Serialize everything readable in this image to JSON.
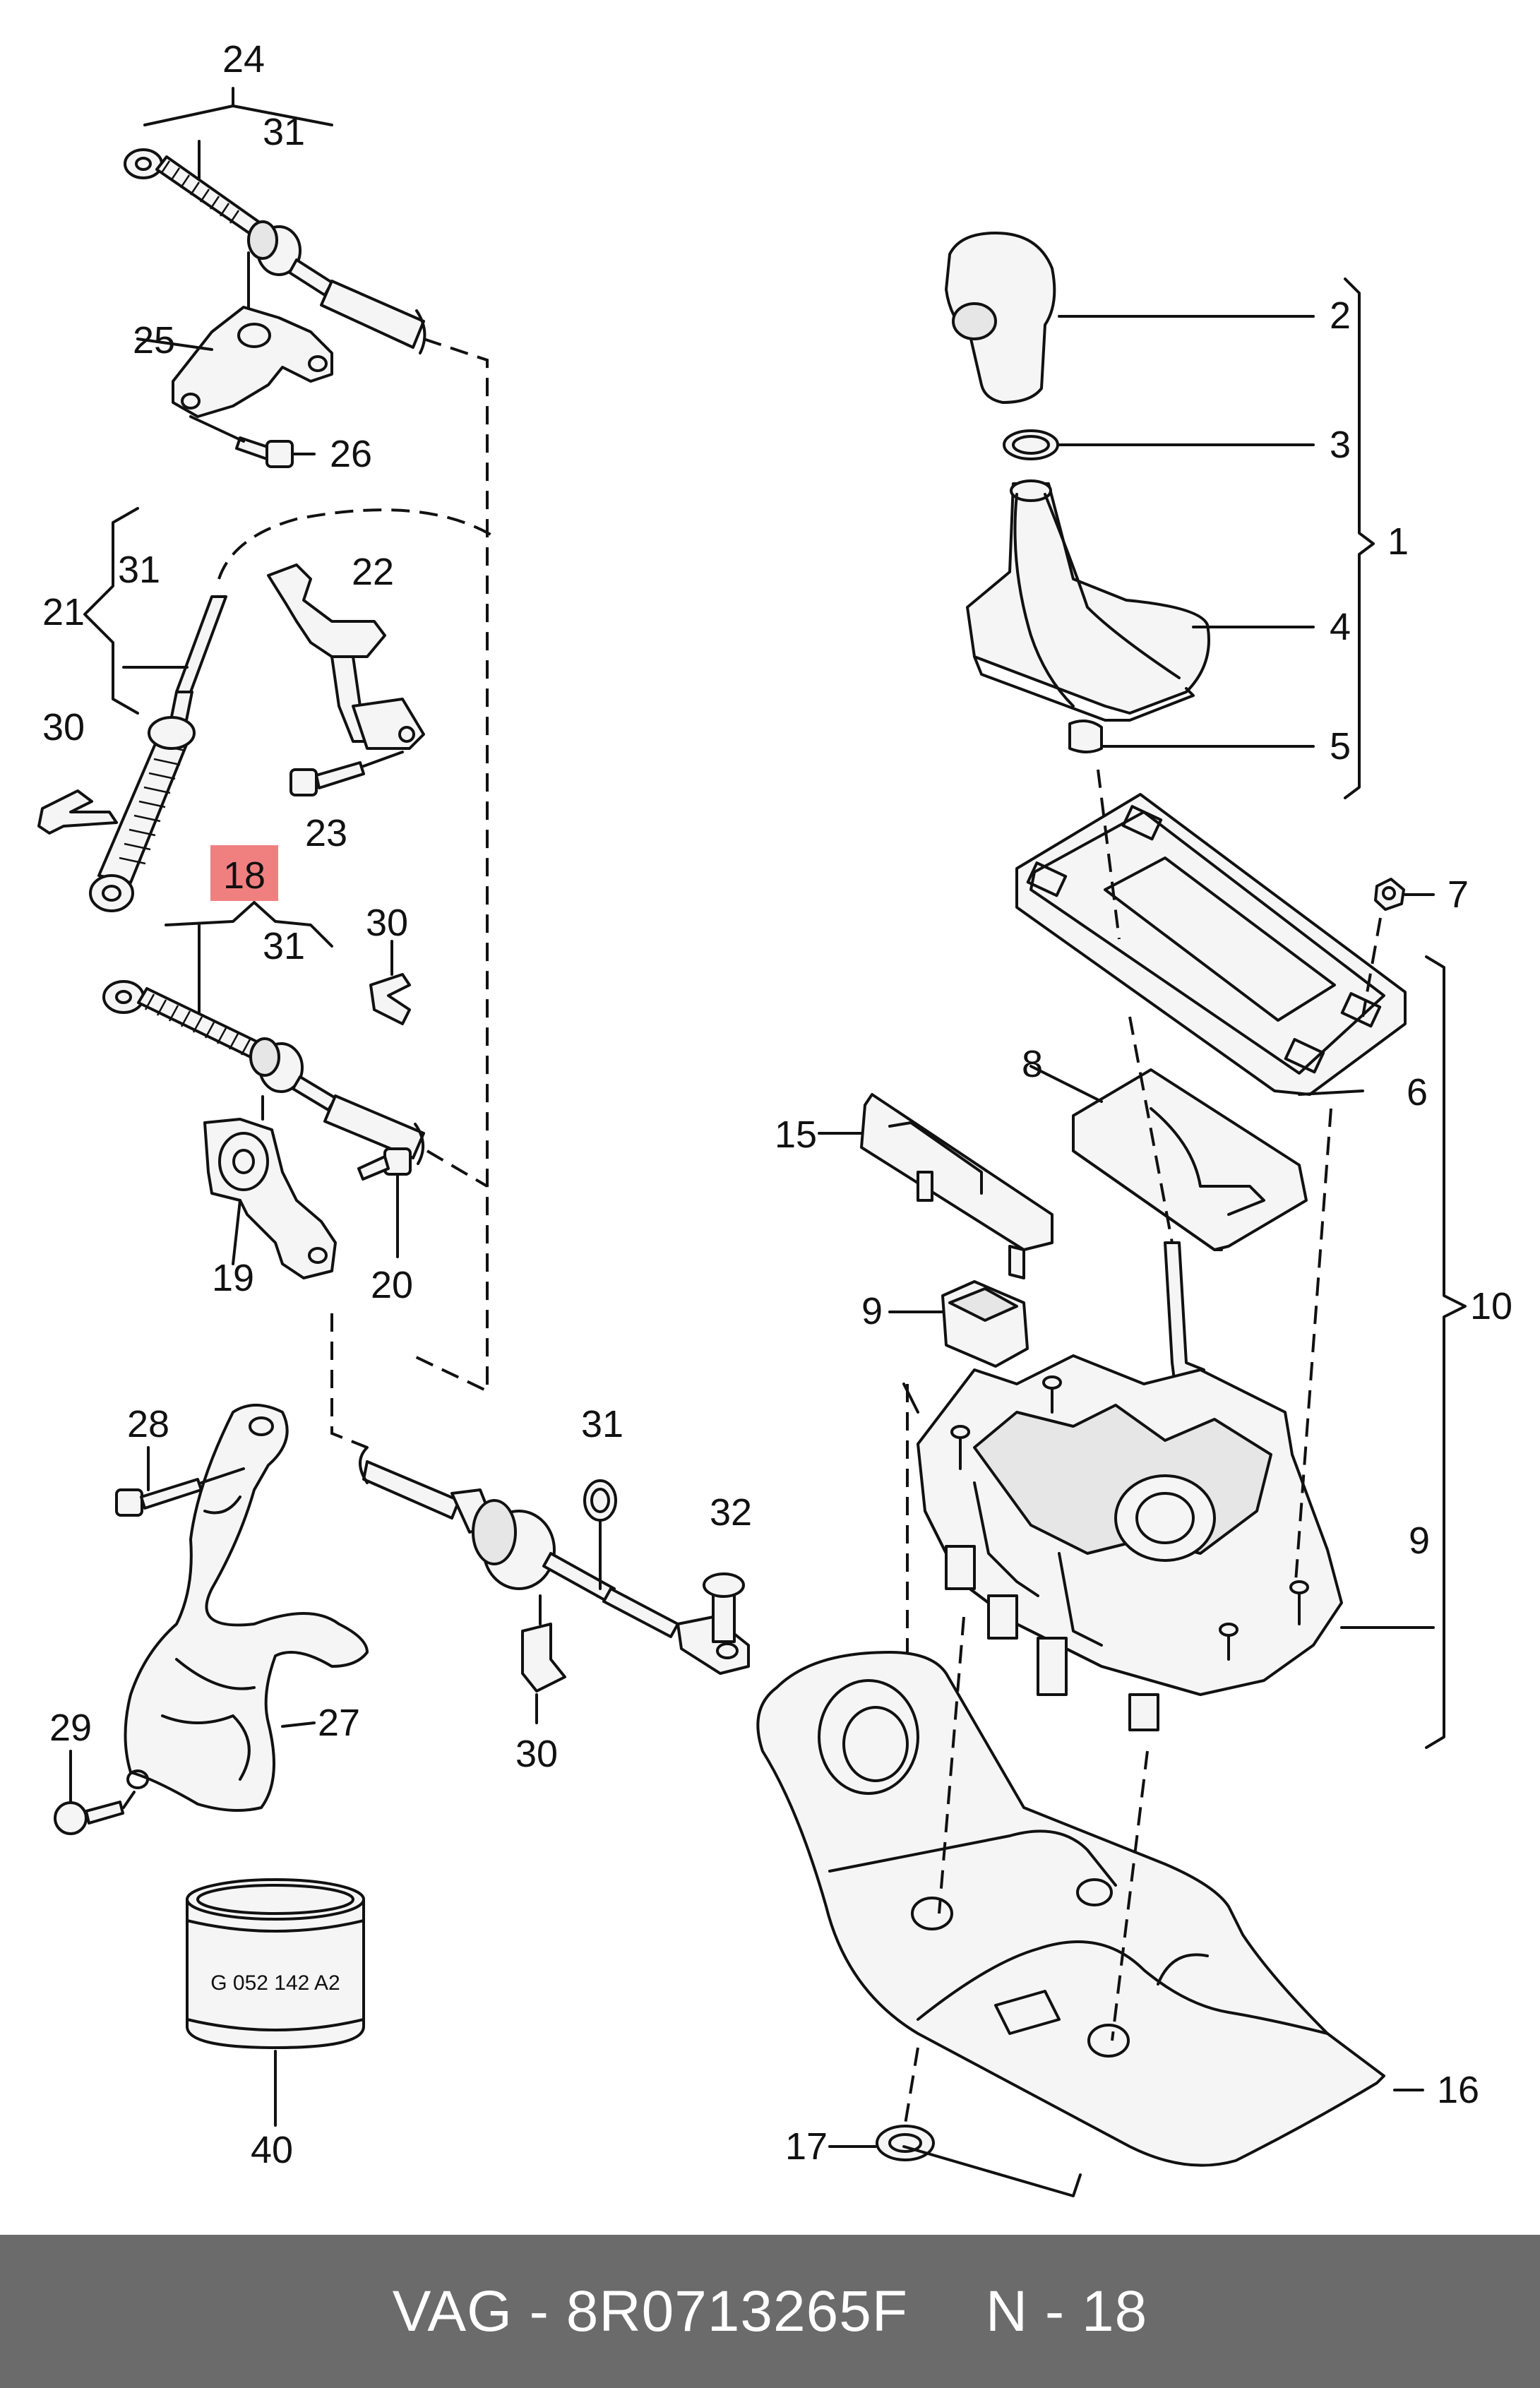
{
  "diagram": {
    "highlight_color": "#f08080",
    "line_color": "#111111",
    "labels": {
      "l1": "1",
      "l2": "2",
      "l3": "3",
      "l4": "4",
      "l5": "5",
      "l6": "6",
      "l7": "7",
      "l8": "8",
      "l9a": "9",
      "l9b": "9",
      "l10": "10",
      "l15": "15",
      "l16": "16",
      "l17": "17",
      "l18": "18",
      "l19": "19",
      "l20": "20",
      "l21": "21",
      "l22": "22",
      "l23": "23",
      "l24": "24",
      "l25": "25",
      "l26": "26",
      "l27": "27",
      "l28": "28",
      "l29": "29",
      "l30a": "30",
      "l30b": "30",
      "l30c": "30",
      "l31a": "31",
      "l31b": "31",
      "l31c": "31",
      "l31d": "31",
      "l32": "32",
      "l40": "40"
    },
    "part_text": "G 052 142 A2"
  },
  "footer": {
    "brand": "VAG",
    "separator": "-",
    "part_number": "8R0713265F",
    "position": "N - 18",
    "background": "#6b6b6b"
  }
}
